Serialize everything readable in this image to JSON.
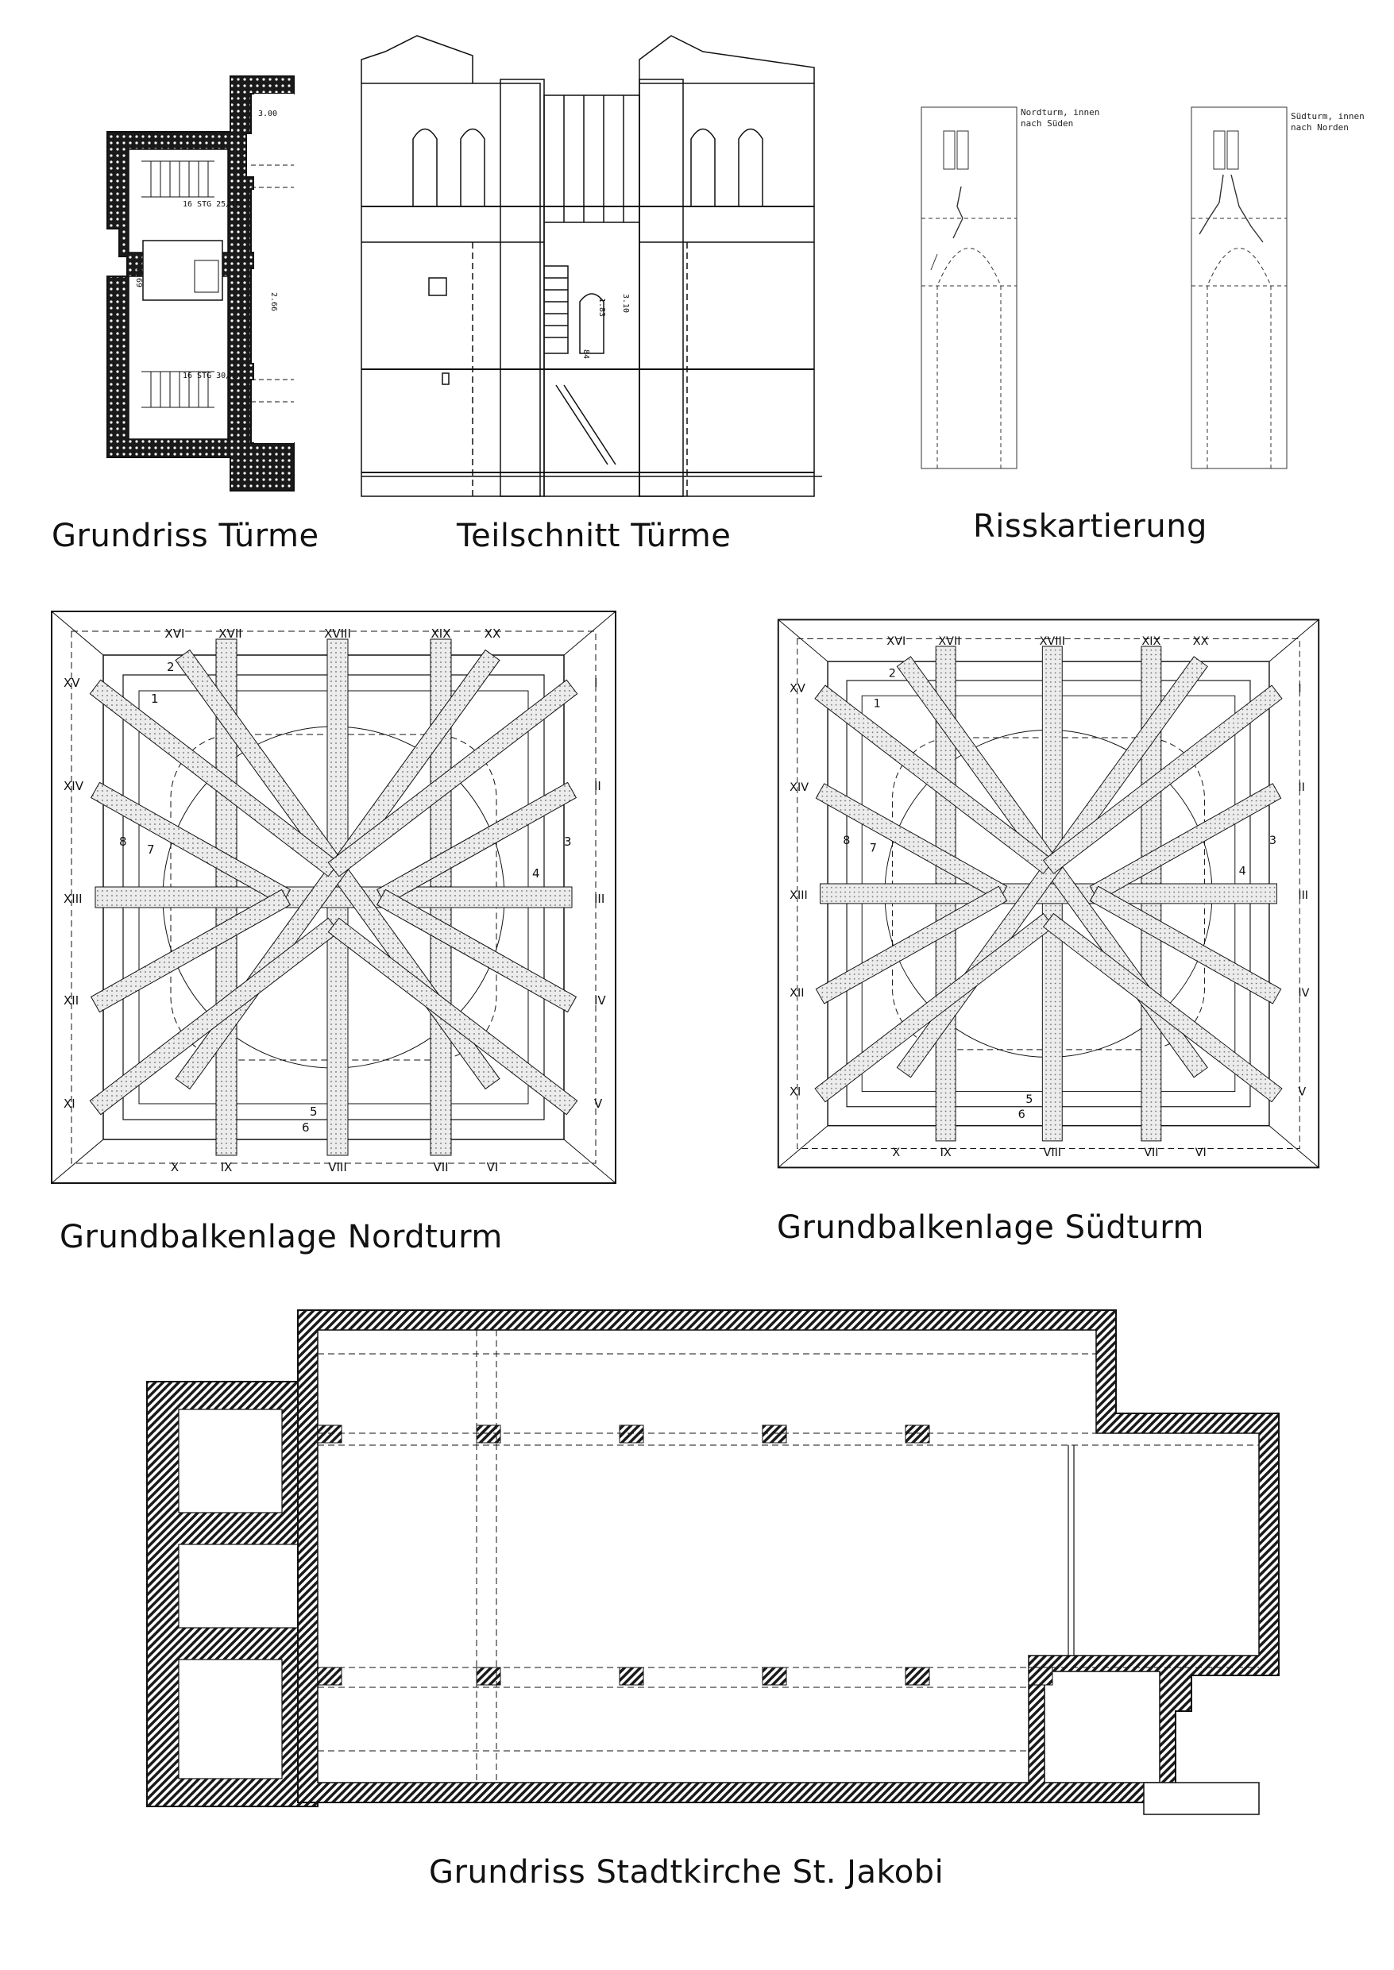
{
  "captions": {
    "grundriss_tuerme": "Grundriss Türme",
    "teilschnitt_tuerme": "Teilschnitt Türme",
    "risskartierung": "Risskartierung",
    "grundbalken_nord": "Grundbalkenlage Nordturm",
    "grundbalken_sued": "Grundbalkenlage Südturm",
    "grundriss_kirche": "Grundriss Stadtkirche St. Jakobi"
  },
  "grundriss": {
    "dim_top": "3.00",
    "dim_middle": "2.66",
    "dim_left": "2.69",
    "stair_top": "16 STG 25/16",
    "stair_bottom": "16 STG 30/..."
  },
  "teilschnitt": {
    "dim_a": "1.83",
    "dim_b": "3.10",
    "dim_c": "84"
  },
  "riss": {
    "nord_label_1": "Nordturm, innen",
    "nord_label_2": "nach Süden",
    "sued_label_1": "Südturm, innen",
    "sued_label_2": "nach Norden"
  },
  "balken": {
    "top_labels": [
      "XVI",
      "XVII",
      "XVIII",
      "XIX",
      "XX"
    ],
    "bottom_labels": [
      "X",
      "IX",
      "VIII",
      "VII",
      "VI"
    ],
    "left_labels": [
      "XV",
      "XIV",
      "XIII",
      "XII",
      "XI"
    ],
    "right_labels": [
      "I",
      "II",
      "III",
      "IV",
      "V"
    ],
    "ring_labels": [
      "1",
      "2",
      "3",
      "4",
      "5",
      "6",
      "7",
      "8"
    ]
  },
  "colors": {
    "line": "#111111",
    "wall": "#222222",
    "beam_fill": "#ececec"
  }
}
